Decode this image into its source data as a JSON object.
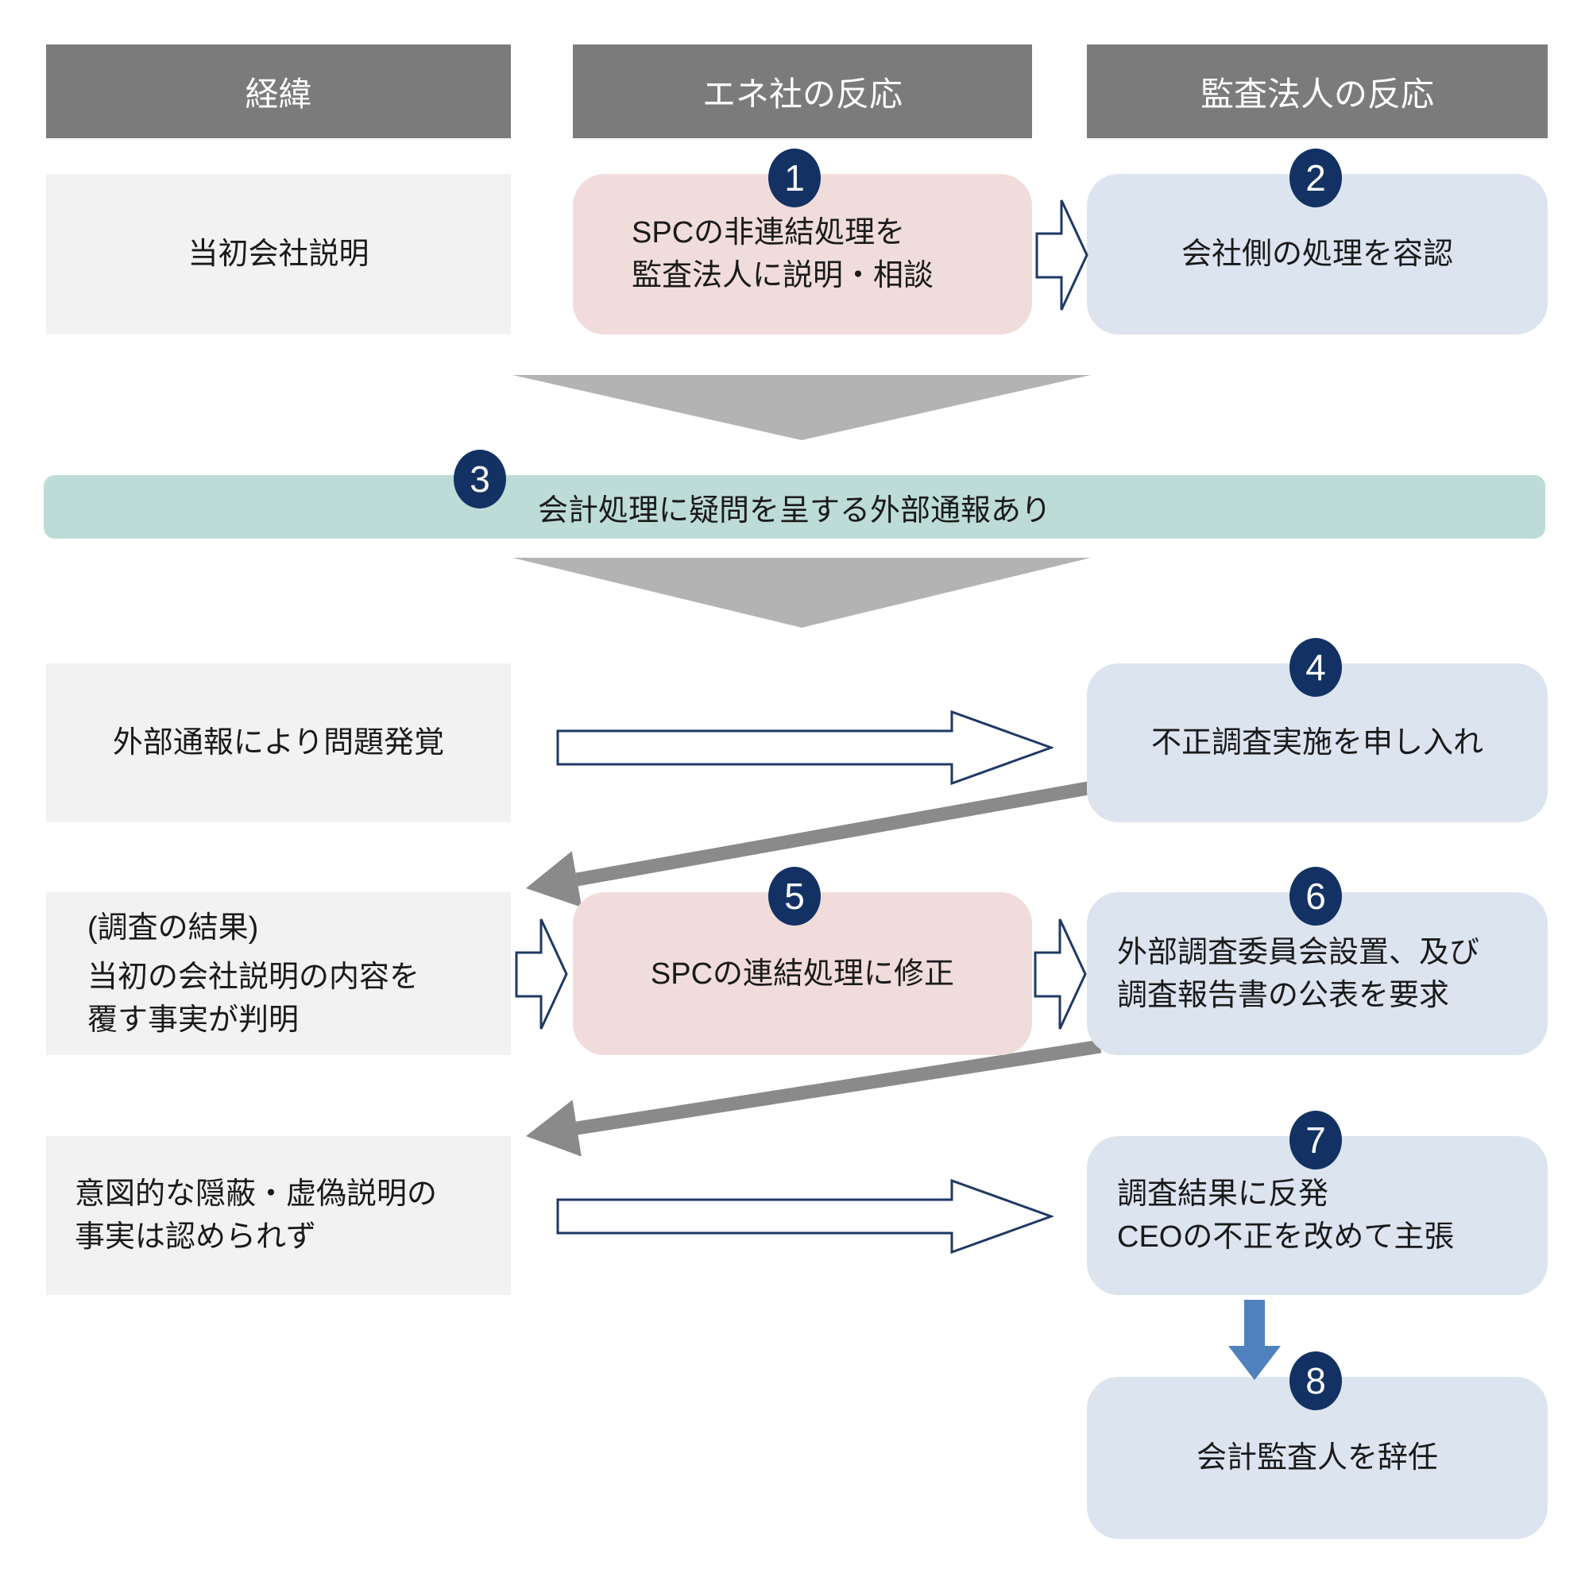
{
  "columns": [
    {
      "label": "経緯"
    },
    {
      "label": "エネ社の反応"
    },
    {
      "label": "監査法人の反応"
    }
  ],
  "timeline": [
    {
      "lines": [
        "当初会社説明"
      ]
    },
    {
      "lines": [
        "外部通報により問題発覚"
      ]
    },
    {
      "lines": [
        "(調査の結果)",
        "当初の会社説明の内容を",
        "覆す事実が判明"
      ]
    },
    {
      "lines": [
        "意図的な隠蔽・虚偽説明の",
        "事実は認められず"
      ]
    }
  ],
  "steps": {
    "s1": {
      "num": "1",
      "lines": [
        "SPCの非連結処理を",
        "監査法人に説明・相談"
      ]
    },
    "s2": {
      "num": "2",
      "lines": [
        "会社側の処理を容認"
      ]
    },
    "s3": {
      "num": "3",
      "text": "会計処理に疑問を呈する外部通報あり"
    },
    "s4": {
      "num": "4",
      "lines": [
        "不正調査実施を申し入れ"
      ]
    },
    "s5": {
      "num": "5",
      "lines": [
        "SPCの連結処理に修正"
      ]
    },
    "s6": {
      "num": "6",
      "lines": [
        "外部調査委員会設置、及び",
        "調査報告書の公表を要求"
      ]
    },
    "s7": {
      "num": "7",
      "lines": [
        "調査結果に反発",
        "CEOの不正を改めて主張"
      ]
    },
    "s8": {
      "num": "8",
      "lines": [
        "会計監査人を辞任"
      ]
    }
  },
  "colors": {
    "header_bg": "#7b7b7b",
    "timeline_bg": "#f2f2f2",
    "company_bg": "#f0dcdb",
    "auditor_bg": "#dce4f0",
    "banner_bg": "#bedcd7",
    "badge_bg": "#133263",
    "arrow_outline": "#1f3864",
    "down_triangle": "#b3b3b3",
    "diagonal_arrow": "#8a8a8a",
    "blue_arrow": "#4f81bd"
  }
}
